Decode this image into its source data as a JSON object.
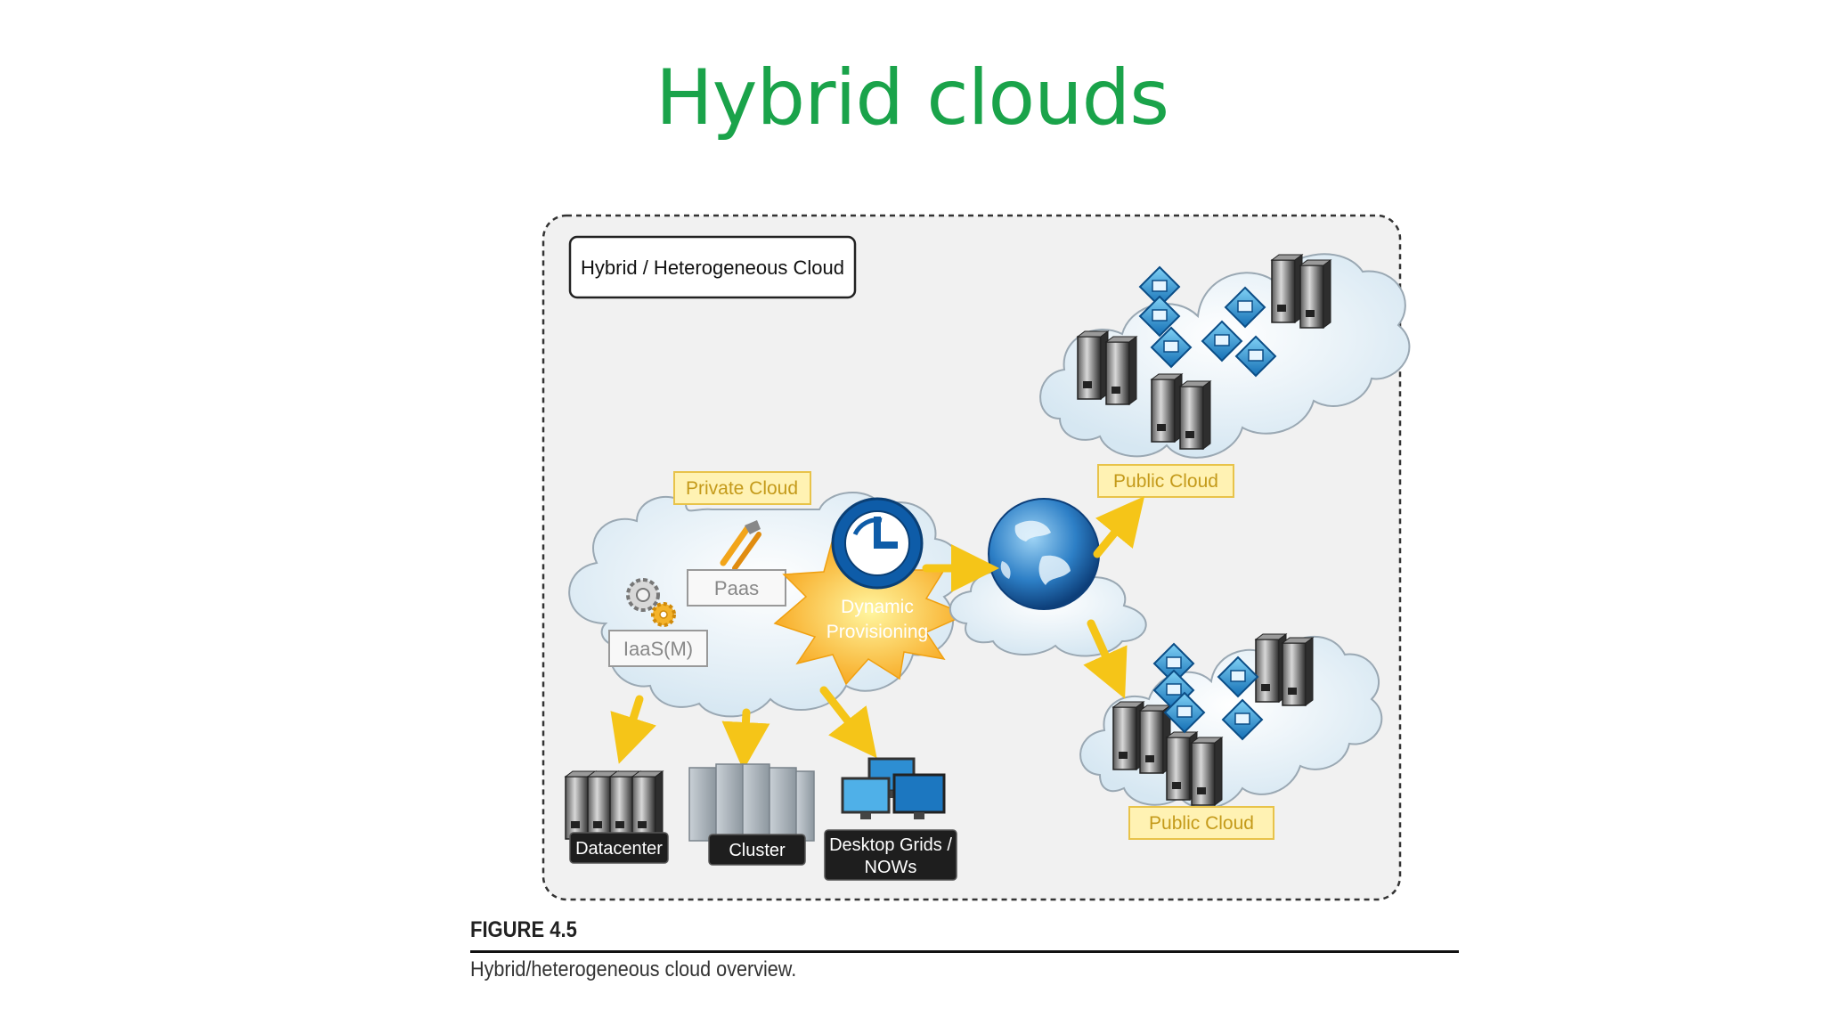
{
  "slide": {
    "title": "Hybrid clouds"
  },
  "diagram": {
    "frame_label": "Hybrid / Heterogeneous Cloud",
    "private_cloud": {
      "label": "Private Cloud",
      "services": [
        "Paas",
        "IaaS(M)"
      ]
    },
    "provisioning": {
      "line1": "Dynamic",
      "line2": "Provisioning"
    },
    "public_clouds": [
      {
        "label": "Public Cloud"
      },
      {
        "label": "Public Cloud"
      }
    ],
    "resources": [
      {
        "label": "Datacenter"
      },
      {
        "label": "Cluster"
      },
      {
        "label_line1": "Desktop Grids /",
        "label_line2": "NOWs"
      }
    ],
    "colors": {
      "title_green": "#1aa34a",
      "label_yellow": "#fff2b3",
      "arrow_yellow": "#f5c518",
      "burst_orange": "#f7a51c",
      "dark_box": "#1e1e1e"
    }
  },
  "figure": {
    "number": "FIGURE 4.5",
    "caption": "Hybrid/heterogeneous cloud overview."
  }
}
